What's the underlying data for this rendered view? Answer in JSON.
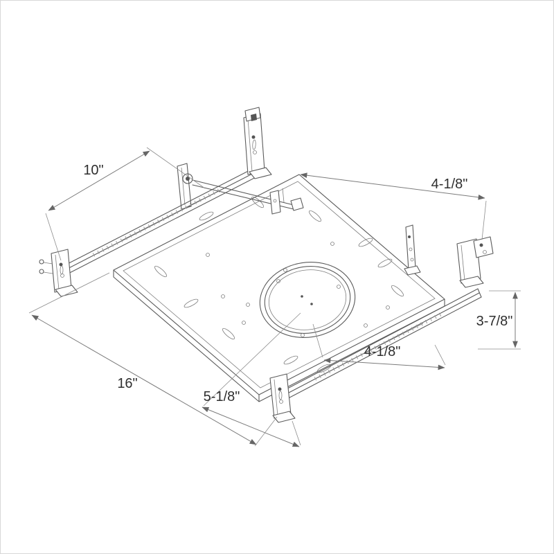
{
  "palette": {
    "background": "#ffffff",
    "line": "#5a5a5a",
    "dimension_line": "#7a7a7a",
    "label_text": "#2e2e2e"
  },
  "dims": {
    "top_left": {
      "label": "10\""
    },
    "top_right": {
      "label": "4-1/8\""
    },
    "right": {
      "label": "3-7/8\""
    },
    "bottom_right": {
      "label": "4-1/8\""
    },
    "bottom_center": {
      "label": "5-1/8\""
    },
    "bottom_left": {
      "label": "16\""
    }
  }
}
